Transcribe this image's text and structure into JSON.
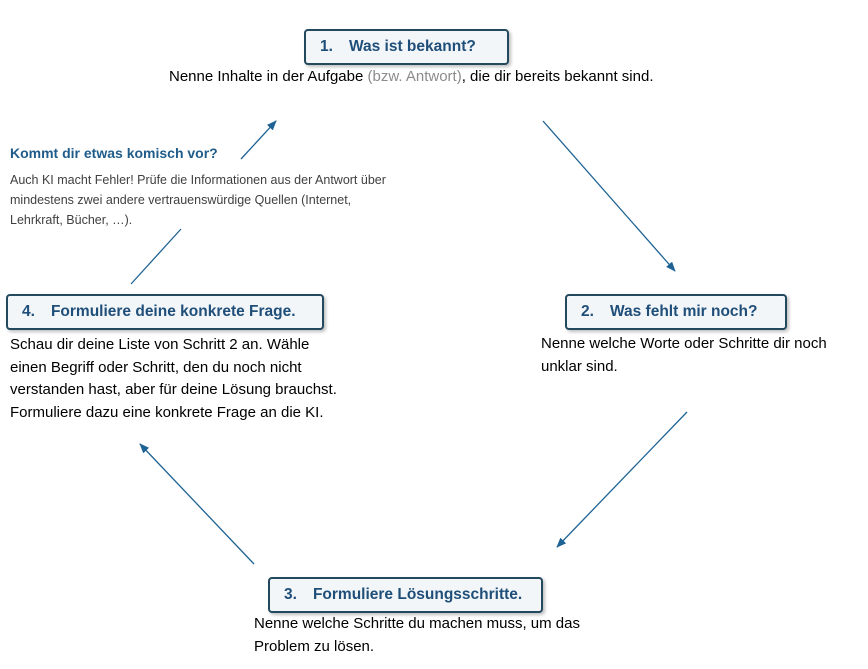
{
  "steps": [
    {
      "number": "1.",
      "title": "Was ist bekannt?",
      "text_before": "Nenne Inhalte in der Aufgabe ",
      "text_muted": "(bzw. Antwort)",
      "text_after": ", die dir bereits bekannt sind."
    },
    {
      "number": "2.",
      "title": "Was fehlt mir noch?",
      "text": "Nenne welche Worte oder Schritte dir noch unklar sind."
    },
    {
      "number": "3.",
      "title": "Formuliere Lösungsschritte.",
      "text": "Nenne welche Schritte du machen muss, um das Problem zu lösen."
    },
    {
      "number": "4.",
      "title": "Formuliere deine konkrete Frage.",
      "text": "Schau dir deine Liste von Schritt 2 an. Wähle einen Begriff oder Schritt, den du noch nicht verstanden hast, aber für deine Lösung brauchst. Formuliere dazu eine konkrete Frage an die KI."
    }
  ],
  "note": {
    "title": "Kommt dir etwas komisch vor?",
    "text": "Auch KI macht Fehler! Prüfe die Informationen aus der Antwort über mindestens zwei andere vertrauenswürdige Quellen (Internet, Lehrkraft, Bücher, …)."
  },
  "colors": {
    "box_border": "#23495f",
    "box_fill": "#f2f6f9",
    "title_text": "#1f4e79",
    "arrow": "#1f6394",
    "note_title": "#1f5c8a",
    "muted_text": "#8c8c8c"
  }
}
